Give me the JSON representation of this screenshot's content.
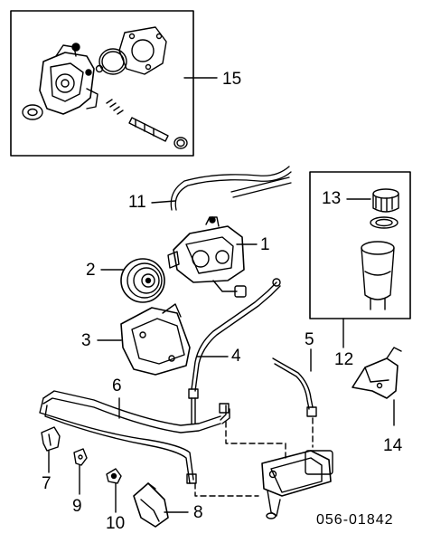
{
  "callouts": {
    "c1": "1",
    "c2": "2",
    "c3": "3",
    "c4": "4",
    "c5": "5",
    "c6": "6",
    "c7": "7",
    "c8": "8",
    "c9": "9",
    "c10": "10",
    "c11": "11",
    "c12": "12",
    "c13": "13",
    "c14": "14",
    "c15": "15"
  },
  "diagram_code": "056-01842",
  "colors": {
    "line": "#000000",
    "background": "#ffffff"
  }
}
